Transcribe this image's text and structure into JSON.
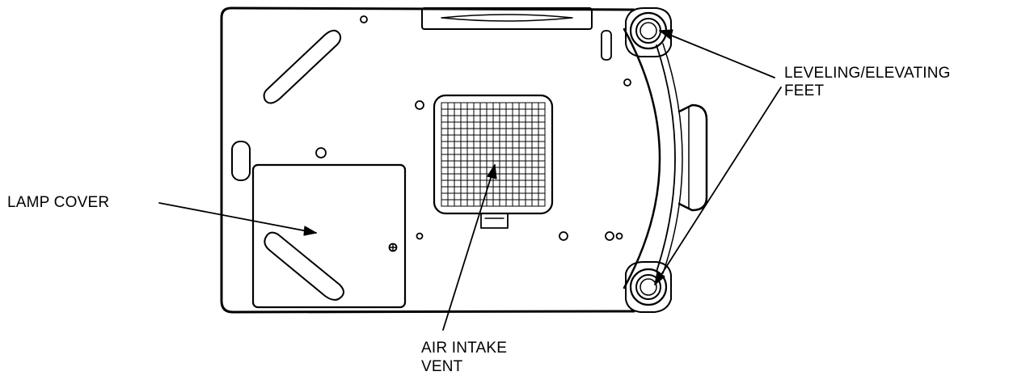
{
  "labels": {
    "lamp_cover": "LAMP COVER",
    "air_intake_line1": "AIR INTAKE",
    "air_intake_line2": "VENT",
    "feet_line1": "LEVELING/ELEVATING",
    "feet_line2": "FEET"
  },
  "colors": {
    "stroke": "#000000",
    "background": "#ffffff"
  }
}
